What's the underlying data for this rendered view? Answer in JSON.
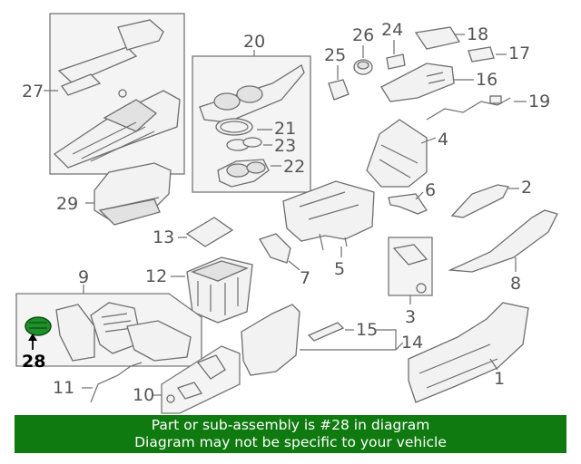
{
  "diagram": {
    "callouts": {
      "c1": "1",
      "c2": "2",
      "c3": "3",
      "c4": "4",
      "c5": "5",
      "c6": "6",
      "c7": "7",
      "c8": "8",
      "c9": "9",
      "c10": "10",
      "c11": "11",
      "c12": "12",
      "c13": "13",
      "c14": "14",
      "c15": "15",
      "c16": "16",
      "c17": "17",
      "c18": "18",
      "c19": "19",
      "c20": "20",
      "c21": "21",
      "c22": "22",
      "c23": "23",
      "c24": "24",
      "c25": "25",
      "c26": "26",
      "c27": "27",
      "c28": "28",
      "c29": "29"
    },
    "highlighted_part": "28",
    "colors": {
      "highlight": "#1f8f2a",
      "banner": "#0f7a0f",
      "line": "#6e6e6e"
    }
  },
  "banner": {
    "line1": "Part or sub-assembly is #28 in diagram",
    "line2": "Diagram may not be specific to your vehicle"
  }
}
